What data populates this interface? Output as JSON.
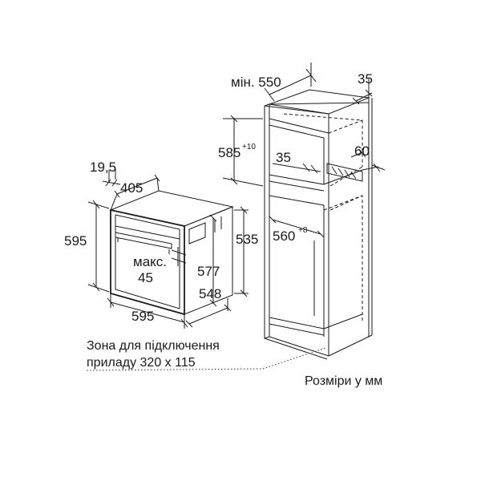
{
  "dimensions": {
    "d_19_5": "19,5",
    "d_405": "405",
    "d_595_height": "595",
    "d_595_width": "595",
    "d_548": "548",
    "d_535": "535",
    "d_577": "577",
    "max_label": "макс.",
    "max_value": "45",
    "min_550": "мін. 550",
    "d_35_top": "35",
    "d_585": "585",
    "d_585_tol": "+10",
    "d_35_inner": "35",
    "d_60": "60",
    "d_560": "560",
    "d_560_tol": "+8"
  },
  "notes": {
    "connection_zone_line1": "Зона для підключення",
    "connection_zone_line2": "приладу 320 x 115",
    "units": "Розміри у мм"
  }
}
